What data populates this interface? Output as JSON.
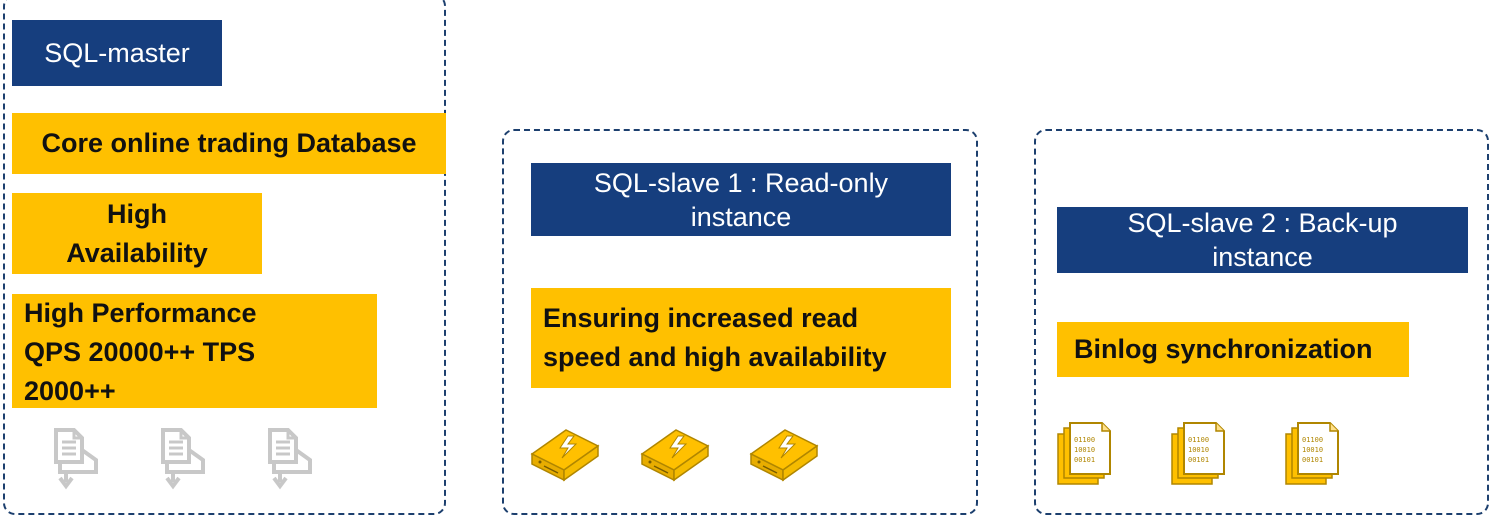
{
  "master": {
    "title": "SQL-master",
    "tags": [
      "Core online trading Database",
      "High Availability",
      "High Performance QPS 20000++  TPS 2000++"
    ],
    "icon": "document-export-icon",
    "icon_color": "#c8c8c8"
  },
  "slave1": {
    "title": "SQL-slave 1 : Read-only instance",
    "tag": "Ensuring increased read speed and high availability",
    "icon": "server-lightning-icon",
    "icon_color": "#ffc000"
  },
  "slave2": {
    "title": "SQL-slave 2 : Back-up instance",
    "tag": "Binlog synchronization",
    "icon": "binary-file-icon",
    "icon_color": "#ffc000",
    "binary_lines": [
      "01100",
      "10010",
      "00101"
    ]
  },
  "colors": {
    "panel_border": "#1c3f6e",
    "title_bg": "#163e7e",
    "tag_bg": "#ffc000"
  }
}
